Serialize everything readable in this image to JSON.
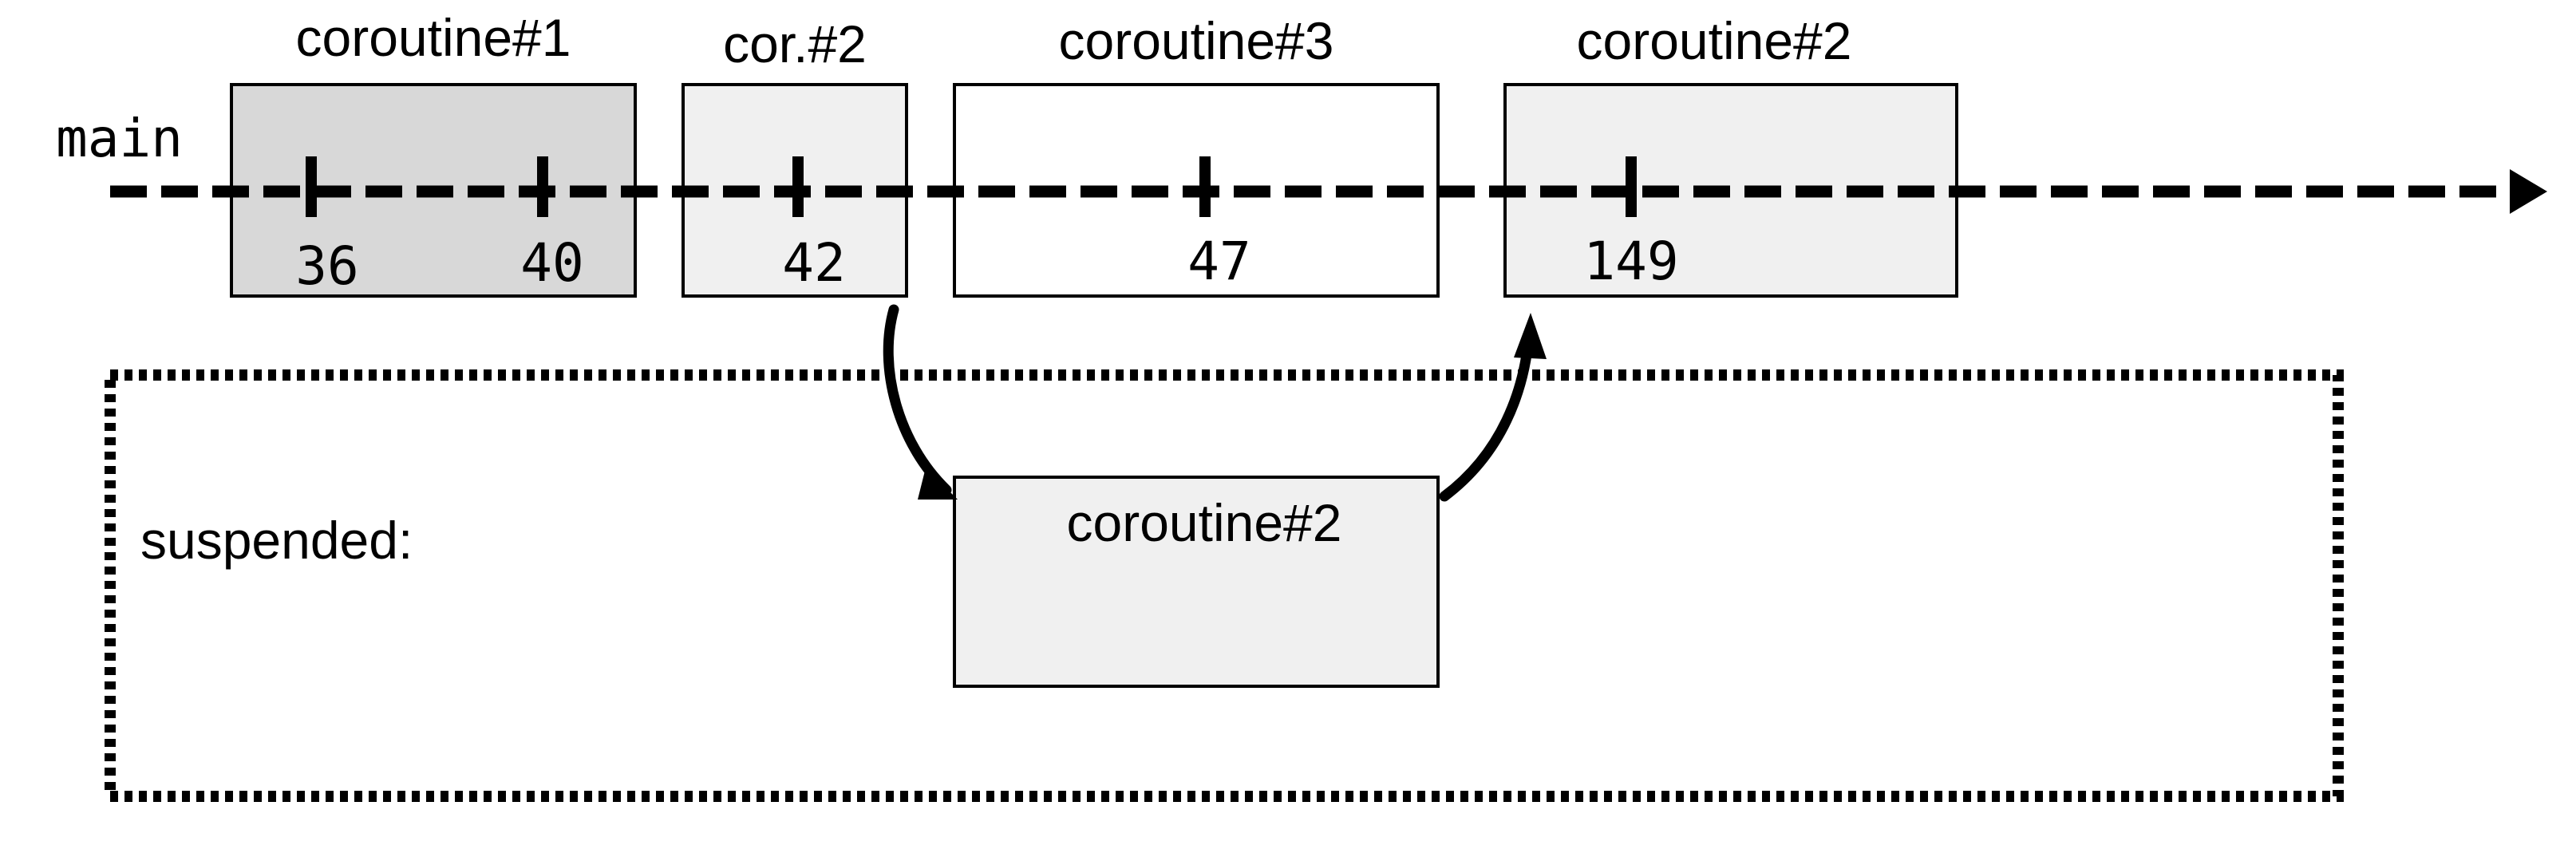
{
  "thread": {
    "label": "main"
  },
  "segments": [
    {
      "title": "coroutine#1",
      "fill": "#d8d8d8",
      "ticks": [
        "36",
        "40"
      ]
    },
    {
      "title": "cor.#2",
      "fill": "#f0f0f0",
      "ticks": [
        "42"
      ]
    },
    {
      "title": "coroutine#3",
      "fill": "#ffffff",
      "ticks": [
        "47"
      ]
    },
    {
      "title": "coroutine#2",
      "fill": "#f0f0f0",
      "ticks": [
        "149"
      ]
    }
  ],
  "suspended": {
    "label": "suspended:",
    "box_title": "coroutine#2",
    "box_fill": "#f0f0f0"
  },
  "colors": {
    "stroke": "#000000",
    "background": "#ffffff"
  }
}
